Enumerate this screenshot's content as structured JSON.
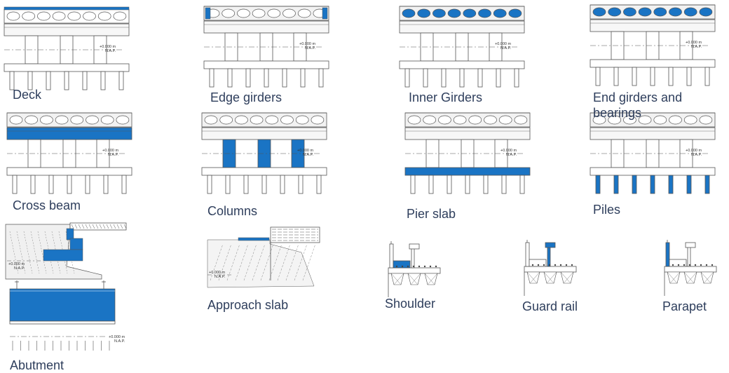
{
  "colors": {
    "highlight": "#1a74c4",
    "line": "#555555",
    "text": "#2e3e5c"
  },
  "level_label": {
    "value": "+0.000 m",
    "datum": "N.A.P."
  },
  "panels": [
    {
      "id": "deck",
      "caption": "Deck",
      "highlight": "deck"
    },
    {
      "id": "edge-girders",
      "caption": "Edge girders",
      "highlight": "edge-girders"
    },
    {
      "id": "inner-girders",
      "caption": "Inner Girders",
      "highlight": "inner-girders"
    },
    {
      "id": "end-girders",
      "caption": "End girders and bearings",
      "highlight": "end-girders"
    },
    {
      "id": "cross-beam",
      "caption": "Cross beam",
      "highlight": "cross-beam"
    },
    {
      "id": "columns",
      "caption": "Columns",
      "highlight": "columns"
    },
    {
      "id": "pier-slab",
      "caption": "Pier slab",
      "highlight": "pier-slab"
    },
    {
      "id": "piles",
      "caption": "Piles",
      "highlight": "piles"
    },
    {
      "id": "abutment",
      "caption": "Abutment",
      "highlight": "abutment"
    },
    {
      "id": "approach-slab",
      "caption": "Approach slab",
      "highlight": "approach-slab"
    },
    {
      "id": "shoulder",
      "caption": "Shoulder",
      "highlight": "shoulder"
    },
    {
      "id": "guard-rail",
      "caption": "Guard rail",
      "highlight": "guard-rail"
    },
    {
      "id": "parapet",
      "caption": "Parapet",
      "highlight": "parapet"
    }
  ]
}
